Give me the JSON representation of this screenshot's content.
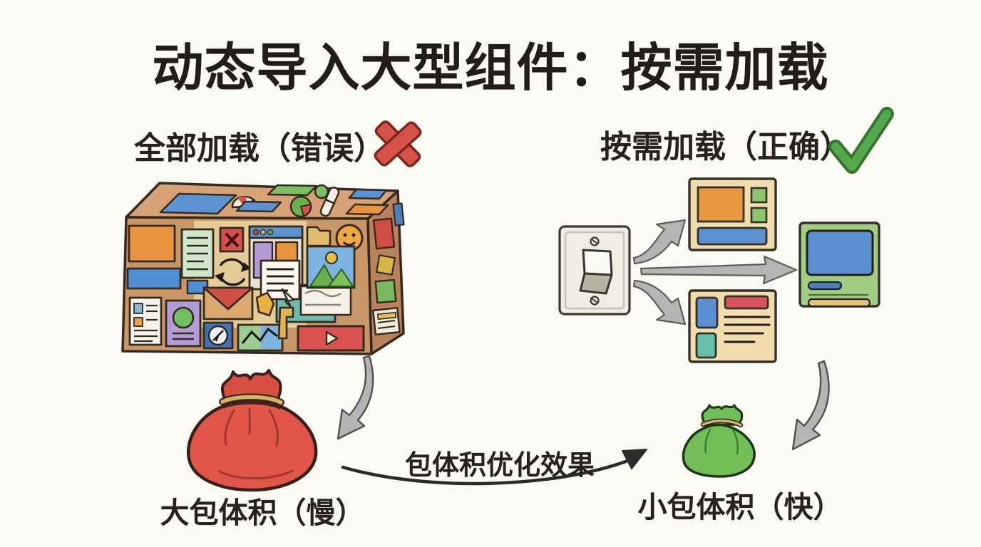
{
  "background": "#fcfaf5",
  "title": "动态导入大型组件：按需加载",
  "left": {
    "heading": "全部加载（错误）",
    "mark_icon": "cross-mark-icon",
    "bag_label": "大包体积（慢）"
  },
  "right": {
    "heading": "按需加载（正确）",
    "mark_icon": "check-mark-icon",
    "bag_label": "小包体积（快）"
  },
  "flow_label": "包体积优化效果",
  "colors": {
    "cross_red": "#d6534a",
    "check_green": "#55a84b",
    "large_bundle_red": "#e25549",
    "small_bundle_green": "#72bf58",
    "arrow_gray": "#b5b5b5",
    "box_brown": "#c99668",
    "box_top_tan": "#d6a276",
    "card_tan": "#f2dcab",
    "component_green": "#a3cd84",
    "widget_blue": "#5b92cf",
    "widget_orange": "#e8943f",
    "rope_gold": "#d9b36a",
    "text_dark": "#26221d"
  }
}
